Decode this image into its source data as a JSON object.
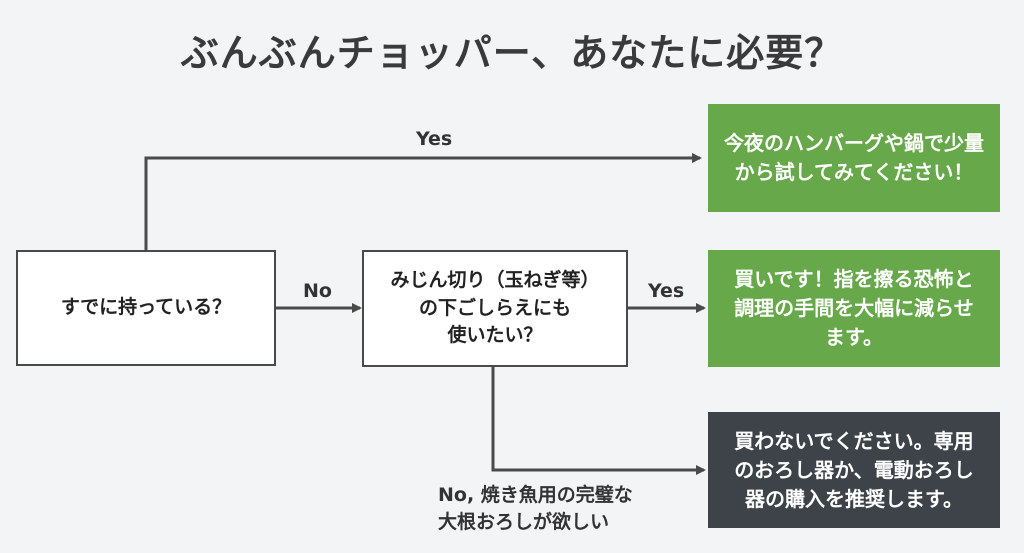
{
  "title": "ぶんぶんチョッパー、あなたに必要？",
  "nodes": {
    "q1": "すでに持っている？",
    "q2": "みじん切り（玉ねぎ等）\nの下ごしらえにも\n使いたい？",
    "a1": "今夜のハンバーグや鍋で少量\nから試してみてください！",
    "a2": "買いです！指を擦る恐怖と\n調理の手間を大幅に減らせ\nます。",
    "a3": "買わないでください。専用\nのおろし器か、電動おろし\n器の購入を推奨します。"
  },
  "edges": {
    "q1_yes": "Yes",
    "q1_no": "No",
    "q2_yes": "Yes",
    "q2_no": "No, 焼き魚用の完璧な\n大根おろしが欲しい"
  },
  "colors": {
    "green": "#67a84a",
    "dark": "#3d4349",
    "line": "#4a4a4a"
  }
}
